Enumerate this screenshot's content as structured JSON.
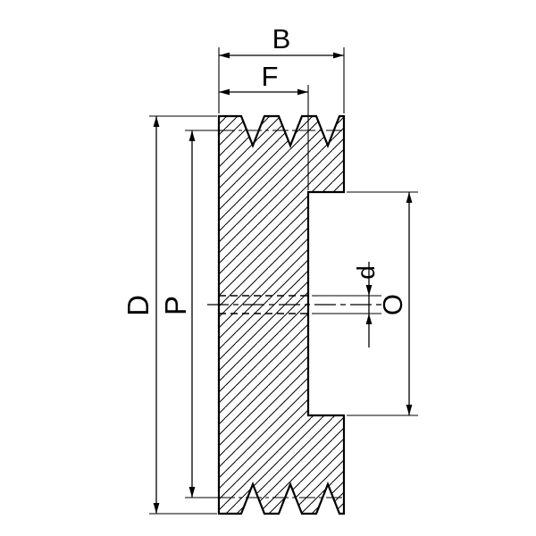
{
  "diagram": {
    "labels": {
      "overall_width": "B",
      "recess_width": "F",
      "outside_diameter": "D",
      "pitch_diameter": "P",
      "bore_diameter": "d",
      "boss_diameter": "O"
    },
    "colors": {
      "line": "#000000",
      "background": "#ffffff"
    }
  }
}
